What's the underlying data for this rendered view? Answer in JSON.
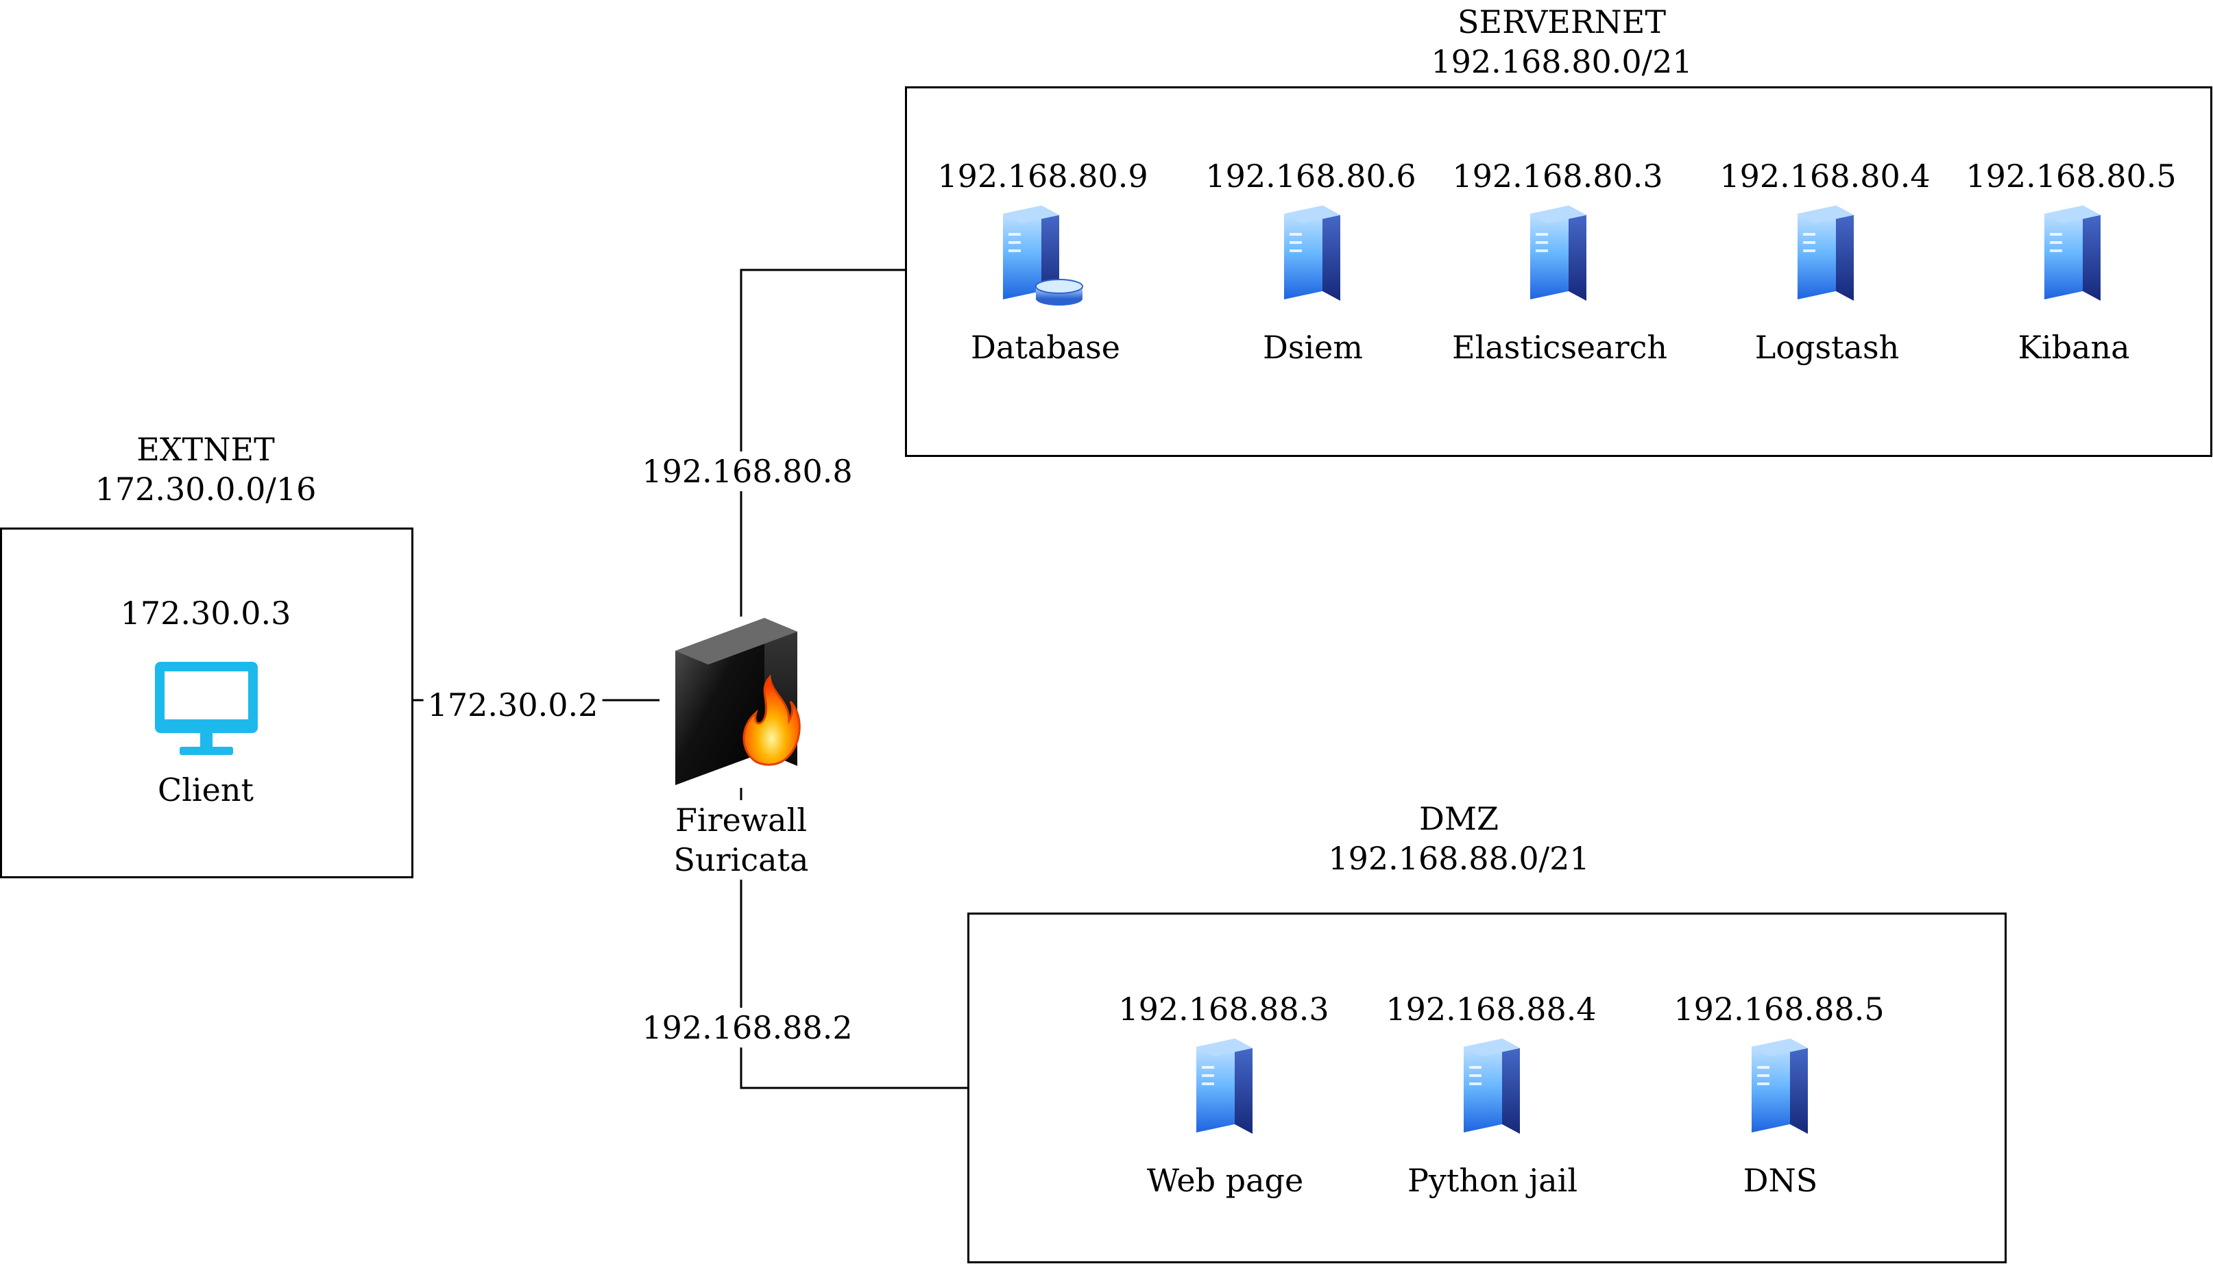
{
  "colors": {
    "line": "#000000",
    "background": "#ffffff",
    "client_icon": "#1eb9ec",
    "server_icon_light": "#9ad0ff",
    "server_icon_dark": "#1e3fa8",
    "flame": "#ff6a00"
  },
  "extnet": {
    "name": "EXTNET",
    "subnet": "172.30.0.0/16",
    "client": {
      "ip": "172.30.0.3",
      "label": "Client",
      "icon": "monitor-icon"
    },
    "link_ip": "172.30.0.2"
  },
  "firewall": {
    "label_line1": "Firewall",
    "label_line2": "Suricata",
    "icon": "firewall-icon"
  },
  "servernet": {
    "name": "SERVERNET",
    "subnet": "192.168.80.0/21",
    "link_ip": "192.168.80.8",
    "hosts": [
      {
        "ip": "192.168.80.9",
        "label": "Database",
        "icon": "database-server-icon"
      },
      {
        "ip": "192.168.80.6",
        "label": "Dsiem",
        "icon": "server-icon"
      },
      {
        "ip": "192.168.80.3",
        "label": "Elasticsearch",
        "icon": "server-icon"
      },
      {
        "ip": "192.168.80.4",
        "label": "Logstash",
        "icon": "server-icon"
      },
      {
        "ip": "192.168.80.5",
        "label": "Kibana",
        "icon": "server-icon"
      }
    ]
  },
  "dmz": {
    "name": "DMZ",
    "subnet": "192.168.88.0/21",
    "link_ip": "192.168.88.2",
    "hosts": [
      {
        "ip": "192.168.88.3",
        "label": "Web page",
        "icon": "server-icon"
      },
      {
        "ip": "192.168.88.4",
        "label": "Python jail",
        "icon": "server-icon"
      },
      {
        "ip": "192.168.88.5",
        "label": "DNS",
        "icon": "server-icon"
      }
    ]
  }
}
